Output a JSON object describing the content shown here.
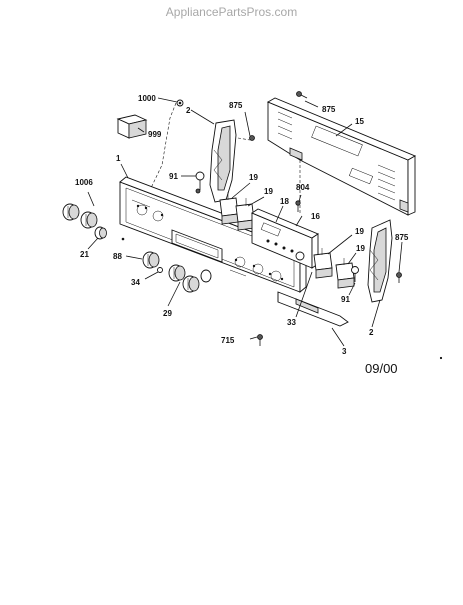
{
  "watermark": "AppliancePartsPros.com",
  "date_code": "09/00",
  "callouts": {
    "c1000": "1000",
    "c2_top": "2",
    "c875_a": "875",
    "c875_b": "875",
    "c15": "15",
    "c999": "999",
    "c1": "1",
    "c91_left": "91",
    "c19_a": "19",
    "c19_b": "19",
    "c1006": "1006",
    "c804": "804",
    "c18": "18",
    "c16": "16",
    "c875_c": "875",
    "c19_c": "19",
    "c19_d": "19",
    "c21": "21",
    "c88": "88",
    "c34": "34",
    "c29": "29",
    "c91_right": "91",
    "c33": "33",
    "c2_bottom": "2",
    "c3": "3",
    "c715": "715"
  }
}
